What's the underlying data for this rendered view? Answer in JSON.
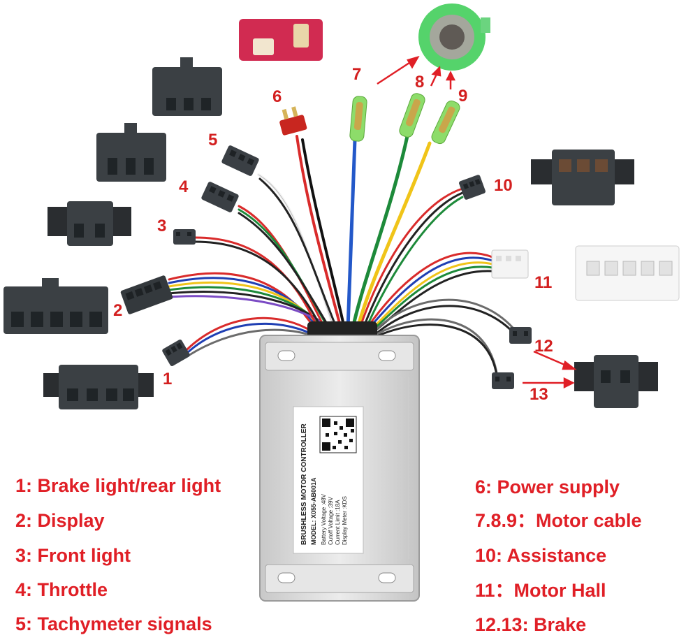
{
  "controller": {
    "label_title": "BRUSHLESS MOTOR CONTROLLER",
    "label_model": "MODEL: X055-AB001A",
    "label_specs": [
      "Battery Voltage   :48V",
      "Cutoff Voltage    :39V",
      "Current Limit     :18A",
      "Display Meter     :KDS"
    ]
  },
  "callouts": [
    "1",
    "2",
    "3",
    "4",
    "5",
    "6",
    "7",
    "8",
    "9",
    "10",
    "11",
    "12",
    "13"
  ],
  "legend_left": [
    "1: Brake light/rear light",
    "2: Display",
    "3: Front light",
    "4: Throttle",
    "5: Tachymeter signals"
  ],
  "legend_right": [
    "6:  Power supply",
    "7.8.9：Motor cable",
    "10:  Assistance",
    "11：Motor Hall",
    "12.13:  Brake"
  ],
  "colors": {
    "legend_text": "#e01f26",
    "callout_text": "#d31f1f",
    "case": "#d9d9d9",
    "connector": "#3a3f44",
    "green_cap": "#8ddc6a"
  }
}
